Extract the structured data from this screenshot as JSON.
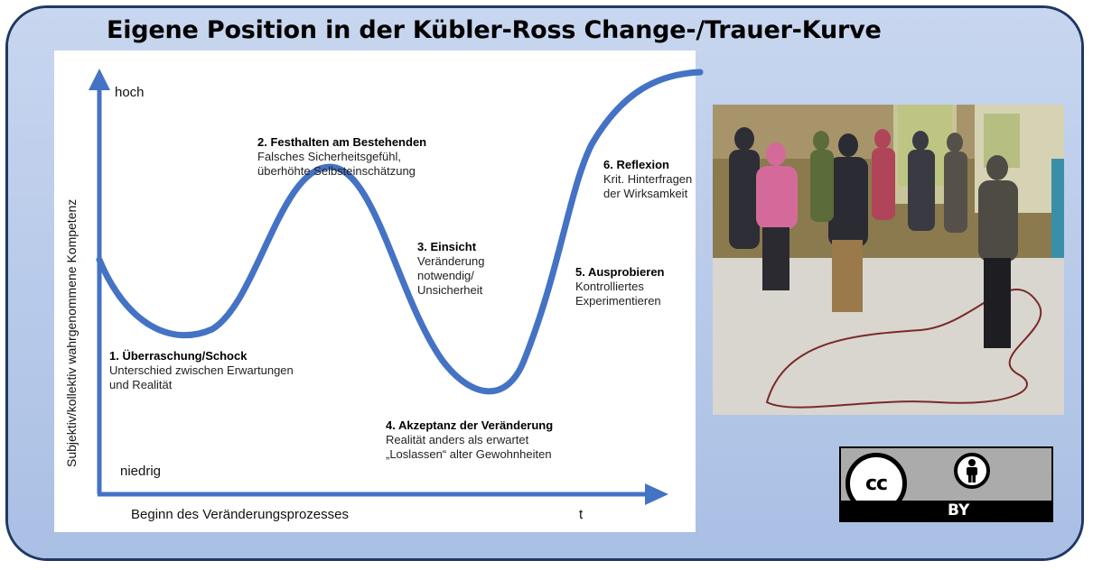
{
  "title": "Eigene Position in der Kübler-Ross Change-/Trauer-Kurve",
  "diagram": {
    "y_axis_label": "Subjektiv/kollektiv wahrgenommene Kompetenz",
    "y_high": "hoch",
    "y_low": "niedrig",
    "x_axis_label": "Beginn des Veränderungsprozesses",
    "x_end": "t",
    "stages": [
      {
        "title": "1. Überraschung/Schock",
        "text": [
          "Unterschied zwischen Erwartungen",
          "und Realität"
        ]
      },
      {
        "title": "2. Festhalten am Bestehenden",
        "text": [
          "Falsches Sicherheitsgefühl,",
          "überhöhte Selbsteinschätzung"
        ]
      },
      {
        "title": "3. Einsicht",
        "text": [
          "Veränderung",
          "notwendig/",
          "Unsicherheit"
        ]
      },
      {
        "title": "4. Akzeptanz der Veränderung",
        "text": [
          "Realität anders als erwartet",
          "„Loslassen“ alter Gewohnheiten"
        ]
      },
      {
        "title": "5. Ausprobieren",
        "text": [
          "Kontrolliertes",
          "Experimentieren"
        ]
      },
      {
        "title": "6. Reflexion",
        "text": [
          "Krit. Hinterfragen",
          "der Wirksamkeit"
        ]
      }
    ]
  },
  "license": {
    "cc_text": "cc",
    "by_text": "BY"
  },
  "colors": {
    "frame_fill": "#b4c7e7",
    "frame_border": "#1f3864",
    "curve": "#4472c4",
    "axis": "#4472c4"
  },
  "icons": [
    "photo-workshop",
    "creative-commons-icon",
    "attribution-person-icon"
  ]
}
